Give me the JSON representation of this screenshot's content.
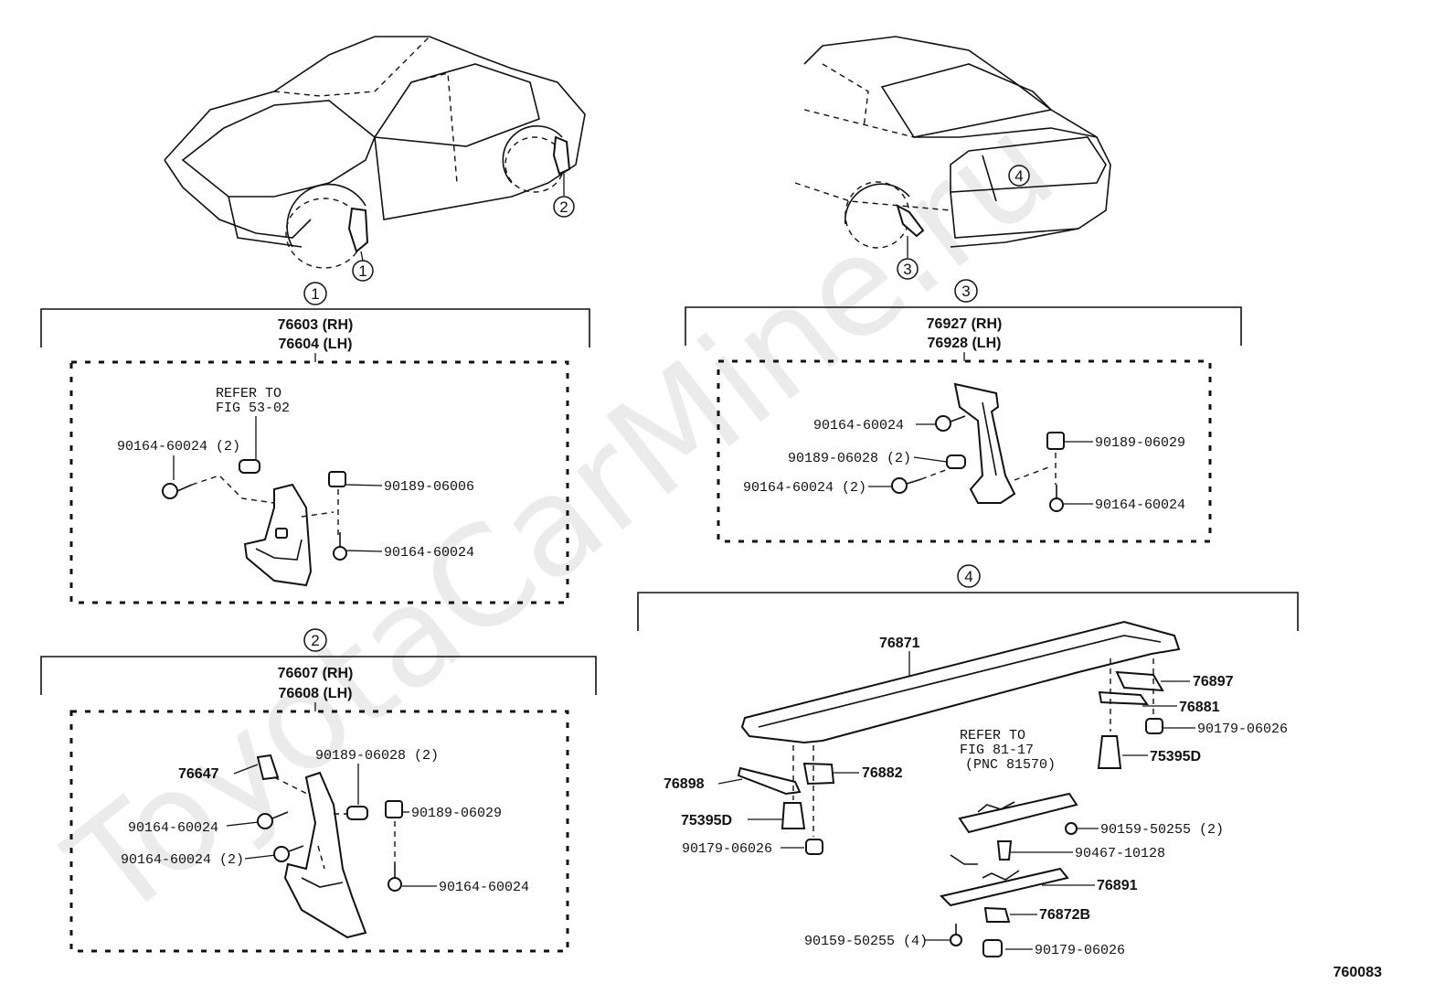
{
  "watermark": "ToyotaCarMine.ru",
  "callouts": {
    "c1": "1",
    "c2": "2",
    "c3": "3",
    "c4": "4"
  },
  "section1": {
    "marker": "1",
    "title_rh": "76603 (RH)",
    "title_lh": "76604 (LH)",
    "refer_line1": "REFER TO",
    "refer_line2": "FIG 53-02",
    "labels": [
      "90164-60024 (2)",
      "90189-06006",
      "90164-60024"
    ]
  },
  "section2": {
    "marker": "2",
    "title_rh": "76607 (RH)",
    "title_lh": "76608 (LH)",
    "labels": [
      "76647",
      "90189-06028 (2)",
      "90189-06029",
      "90164-60024",
      "90164-60024 (2)",
      "90164-60024"
    ]
  },
  "section3": {
    "marker": "3",
    "title_rh": "76927 (RH)",
    "title_lh": "76928 (LH)",
    "labels": [
      "90164-60024",
      "90189-06028 (2)",
      "90164-60024 (2)",
      "90189-06029",
      "90164-60024"
    ]
  },
  "section4": {
    "marker": "4",
    "refer_line1": "REFER TO",
    "refer_line2": "FIG 81-17",
    "refer_line3": "(PNC 81570)",
    "labels": [
      "76871",
      "76897",
      "76881",
      "90179-06026",
      "75395D",
      "76898",
      "76882",
      "75395D",
      "90179-06026",
      "90159-50255 (2)",
      "90467-10128",
      "76891",
      "76872B",
      "90159-50255 (4)",
      "90179-06026"
    ]
  },
  "diagram_code": "760083"
}
